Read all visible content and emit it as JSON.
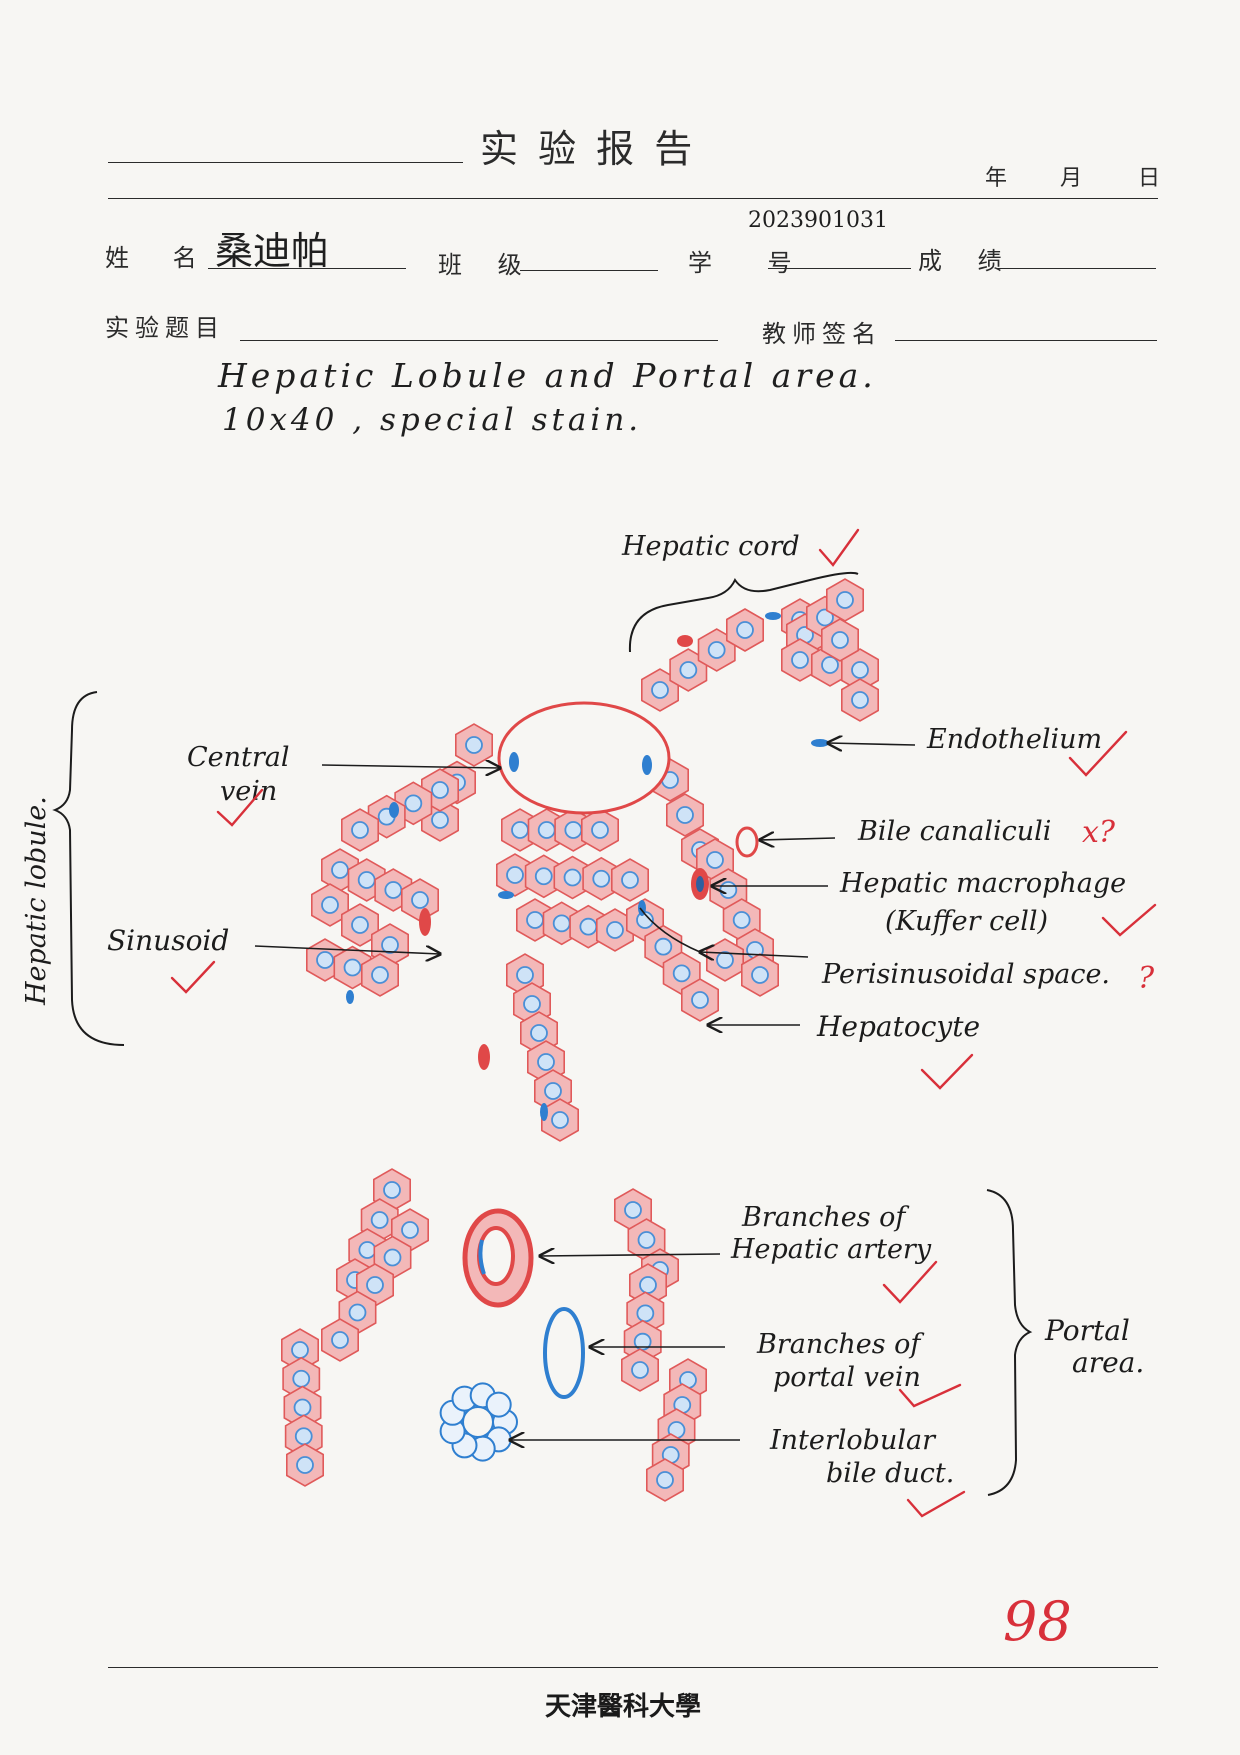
{
  "header": {
    "title": "实 验 报 告",
    "date_year": "年",
    "date_month": "月",
    "date_day": "日"
  },
  "fields": {
    "name_label": "姓 名",
    "name_value": "桑迪帕",
    "class_label": "班 级",
    "student_id_label": "学 号",
    "student_id_value": "2023901031",
    "score_label": "成 绩",
    "topic_label": "实验题目",
    "teacher_label": "教师签名"
  },
  "topic": {
    "line1": "Hepatic Lobule and Portal area.",
    "line2": "10x40 , special stain."
  },
  "drawing": {
    "labels": {
      "hepatic_cord": "Hepatic cord",
      "central_vein_1": "Central",
      "central_vein_2": "vein",
      "endothelium": "Endothelium",
      "bile_canaliculi": "Bile canaliculi",
      "bile_canaliculi_mark": "x?",
      "macrophage_1": "Hepatic macrophage",
      "macrophage_2": "(Kuffer cell)",
      "sinusoid": "Sinusoid",
      "perisinusoidal": "Perisinusoidal space.",
      "perisinusoidal_mark": "?",
      "hepatocyte": "Hepatocyte",
      "hepatic_lobule": "Hepatic lobule.",
      "artery_1": "Branches of",
      "artery_2": "Hepatic artery",
      "portal_vein_1": "Branches of",
      "portal_vein_2": "portal vein",
      "bile_duct_1": "Interlobular",
      "bile_duct_2": "bile duct.",
      "portal_area_1": "Portal",
      "portal_area_2": "area."
    },
    "colors": {
      "cell_fill": "#f3b8b8",
      "cell_stroke": "#e05a5a",
      "nucleus": "#4a8fd6",
      "vein_stroke": "#e04848",
      "blue_stroke": "#2f7fd0",
      "check": "#d8303a"
    }
  },
  "grade": "98",
  "footer": {
    "university": "天津醫科大學"
  }
}
